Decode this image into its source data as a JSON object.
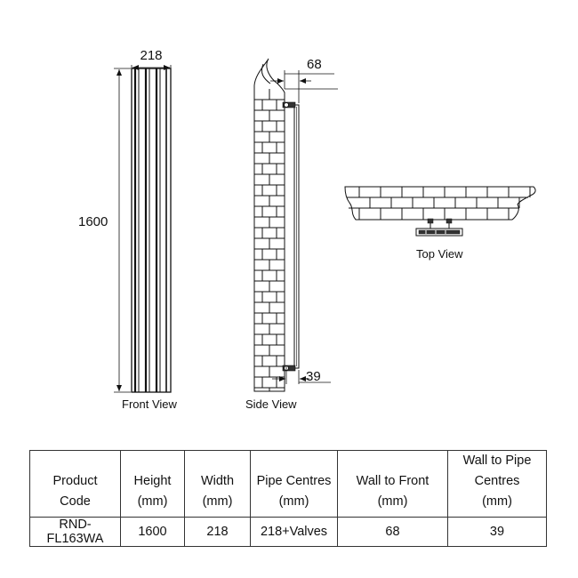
{
  "dimensions": {
    "width": "218",
    "height": "1600",
    "wall_to_front": "68",
    "wall_to_pipe": "39"
  },
  "views": {
    "front": "Front View",
    "side": "Side View",
    "top": "Top View"
  },
  "table": {
    "headers": [
      [
        "Product",
        "Code"
      ],
      [
        "Height",
        "(mm)"
      ],
      [
        "Width",
        "(mm)"
      ],
      [
        "Pipe Centres",
        "(mm)"
      ],
      [
        "Wall to Front",
        "(mm)"
      ],
      [
        "Wall to Pipe",
        "Centres",
        "(mm)"
      ]
    ],
    "rows": [
      [
        "RND-FL163WA",
        "1600",
        "218",
        "218+Valves",
        "68",
        "39"
      ]
    ]
  }
}
